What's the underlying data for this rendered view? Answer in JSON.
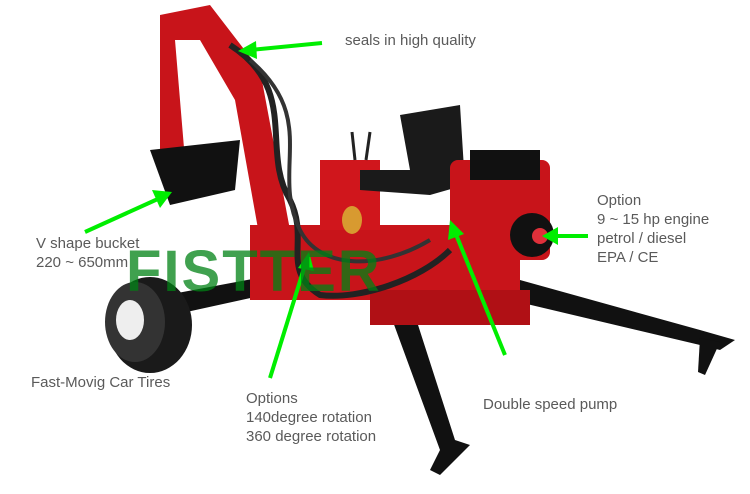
{
  "annotations": {
    "seals": "seals in high quality",
    "bucket": [
      "V shape bucket",
      "220 ~ 650mm"
    ],
    "engine": [
      "Option",
      "9 ~ 15 hp engine",
      "petrol / diesel",
      "EPA / CE"
    ],
    "tires": "Fast-Movig Car Tires",
    "rotation": [
      "Options",
      "140degree rotation",
      "360 degree rotation"
    ],
    "pump": "Double speed pump"
  },
  "watermark": "FISTTER",
  "colors": {
    "arrow": "#00ee00",
    "machine_red": "#c8141a",
    "text": "#5a5a5a"
  }
}
